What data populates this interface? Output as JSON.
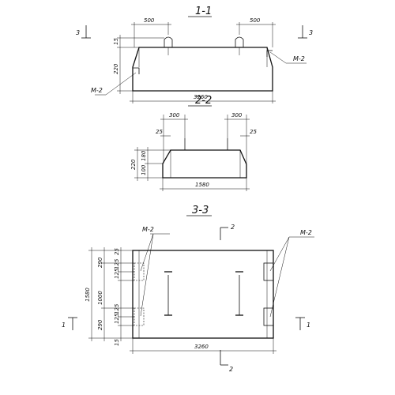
{
  "section_1_1": {
    "title": "1-1",
    "dim_top_left": "500",
    "dim_top_right": "500",
    "dim_loop": "15",
    "dim_height": "220",
    "dim_length": "3260",
    "label_left": "M-2",
    "label_right": "M-2",
    "cut_left": "3",
    "cut_right": "3"
  },
  "section_2_2": {
    "title": "2-2",
    "dim_top_left": "300",
    "dim_top_right": "300",
    "dim_edge_left": "25",
    "dim_edge_right": "25",
    "dim_height": "220",
    "dim_upper": "180",
    "dim_lower": "100",
    "dim_width": "1580"
  },
  "section_3_3": {
    "title": "3-3",
    "label_left": "M-2",
    "label_right": "M-2",
    "cut_top": "2",
    "cut_bottom": "2",
    "cut_left": "1",
    "cut_right": "1",
    "dim_overall": "1580",
    "dim_top": "290",
    "dim_middle": "1000",
    "dim_bottom": "290",
    "dim_edge_top": "25",
    "dim_edge_bottom": "15",
    "dim_125_a": "125",
    "dim_125_b": "125",
    "dim_125_c": "125",
    "dim_125_d": "125",
    "dim_length": "3260"
  }
}
